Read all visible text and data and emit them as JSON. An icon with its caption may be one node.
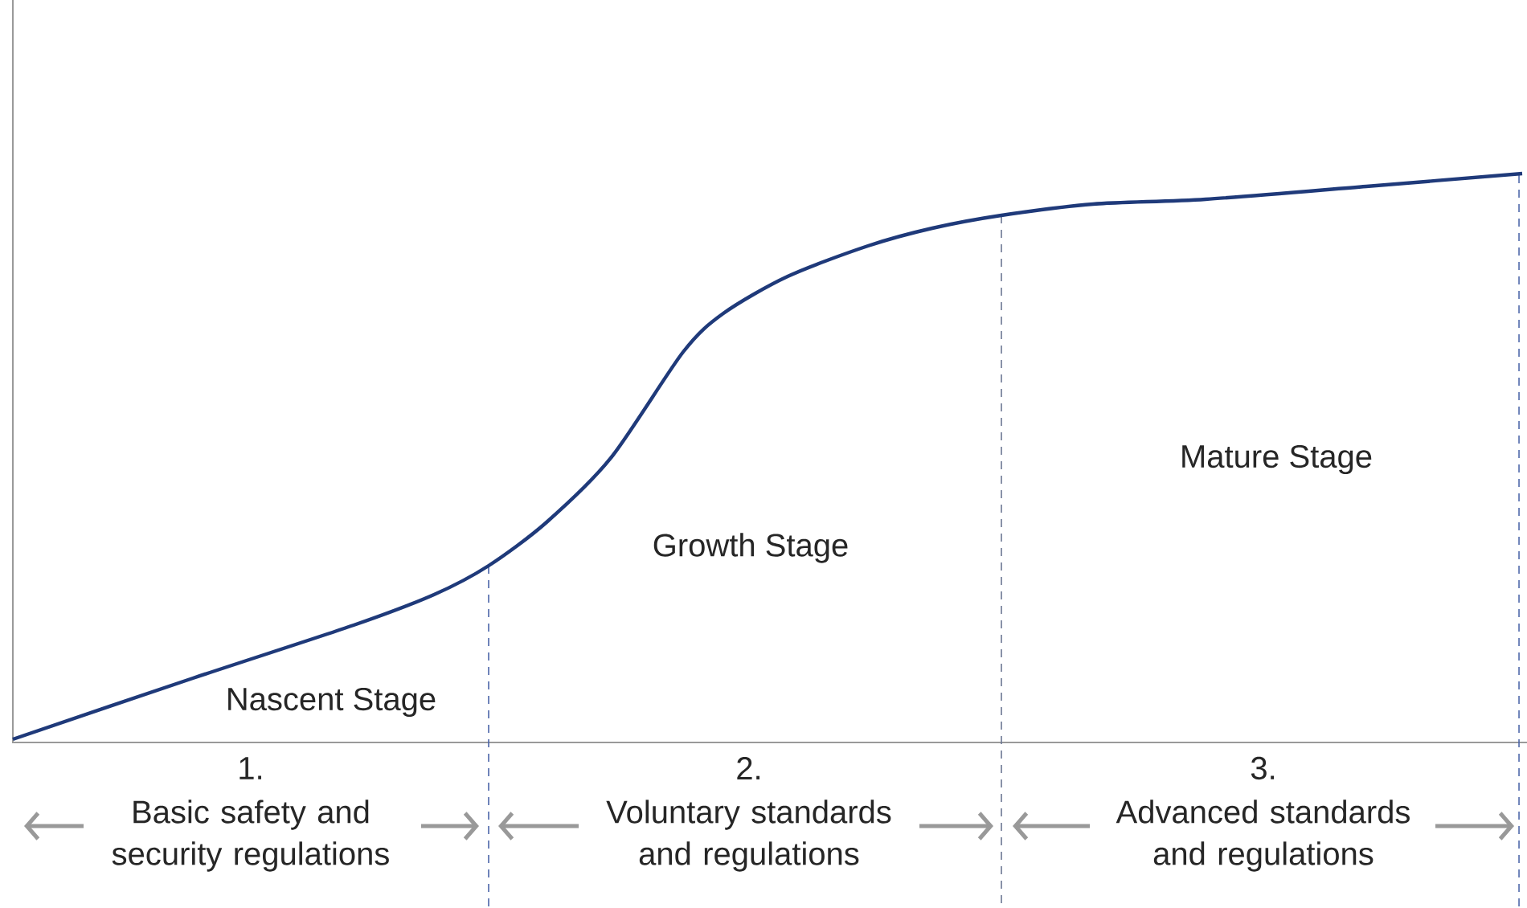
{
  "diagram": {
    "labels": [
      "Mature Stage",
      "Growth Stage",
      "Nascent Stage",
      "1.",
      "Basic safety and security regulations",
      "2.",
      "Voluntary standards and regulations",
      "3.",
      "Advanced standards and regulations"
    ]
  }
}
